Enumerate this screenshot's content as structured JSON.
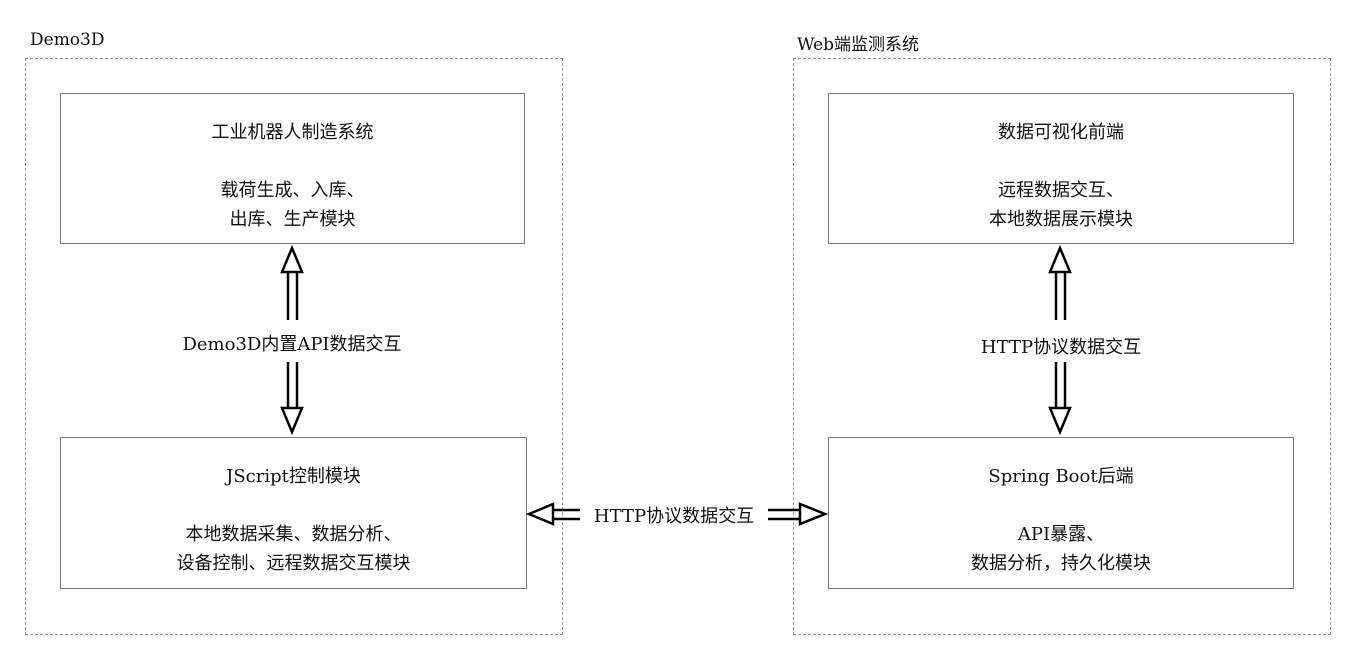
{
  "groups": [
    {
      "label": "Demo3D"
    },
    {
      "label": "Web端监测系统"
    }
  ],
  "boxes": {
    "robot": {
      "title": "工业机器人制造系统",
      "lines": [
        "载荷生成、入库、",
        "出库、生产模块"
      ]
    },
    "jscript": {
      "title": "JScript控制模块",
      "lines": [
        "本地数据采集、数据分析、",
        "设备控制、远程数据交互模块"
      ]
    },
    "frontend": {
      "title": "数据可视化前端",
      "lines": [
        "远程数据交互、",
        "本地数据展示模块"
      ]
    },
    "backend": {
      "title": "Spring Boot后端",
      "lines": [
        "API暴露、",
        "数据分析，持久化模块"
      ]
    }
  },
  "edges": {
    "left_vertical": "Demo3D内置API数据交互",
    "right_vertical": "HTTP协议数据交互",
    "horizontal": "HTTP协议数据交互"
  }
}
